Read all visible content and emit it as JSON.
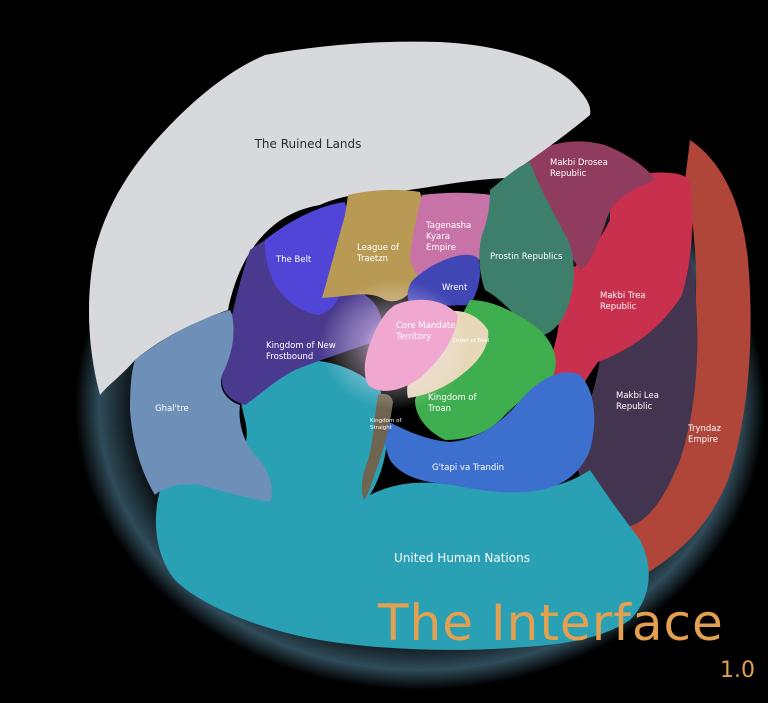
{
  "title": "The Interface",
  "version": "1.0",
  "regions": {
    "ruined_lands": "The Ruined Lands",
    "makbi_drosea": [
      "Makbi Drosea",
      "Republic"
    ],
    "tagenasha": [
      "Tagenasha",
      "Kyara",
      "Empire"
    ],
    "league_traetzn": [
      "League of",
      "Traetzn"
    ],
    "the_belt": "The Belt",
    "prostin": "Prostin Republics",
    "wrent": "Wrent",
    "makbi_trea": [
      "Makbi Trea",
      "Republic"
    ],
    "core_mandate": [
      "Core Mandate",
      "Territory"
    ],
    "order_of_beel": "Order of Beel",
    "kingdom_new_frostbound": [
      "Kingdom of New",
      "Frostbound"
    ],
    "ghaltre": "Ghal'tre",
    "kingdom_troan": [
      "Kingdom of",
      "Troan"
    ],
    "makbi_lea": [
      "Makbi Lea",
      "Republic"
    ],
    "kingdom_straight": [
      "Kingdom of",
      "Straight"
    ],
    "tryndaz": [
      "Tryndaz",
      "Empire"
    ],
    "gtapi": "G'tapi va Trandin",
    "uhn": "United Human Nations"
  },
  "colors": {
    "background": "#000000",
    "ruined_lands": "#d8d9dc",
    "uhn": "#2aa0b5",
    "gtapi": "#3d6fcf",
    "ghaltre": "#6d8fb8",
    "frostbound": "#4a3a8f",
    "the_belt": "#5145d8",
    "league": "#b89a55",
    "tagenasha": "#c873a8",
    "prostin": "#3e7f6b",
    "wrent": "#4146b5",
    "core_mandate": "#f0a8d0",
    "order_of_beel": "#e6d8b8",
    "troan": "#3fae4e",
    "straight": "#6e6450",
    "makbi_drosea": "#8f3c5e",
    "makbi_trea": "#c9304e",
    "makbi_lea": "#43354f",
    "tryndaz": "#b0453a",
    "title": "#e2a050"
  }
}
